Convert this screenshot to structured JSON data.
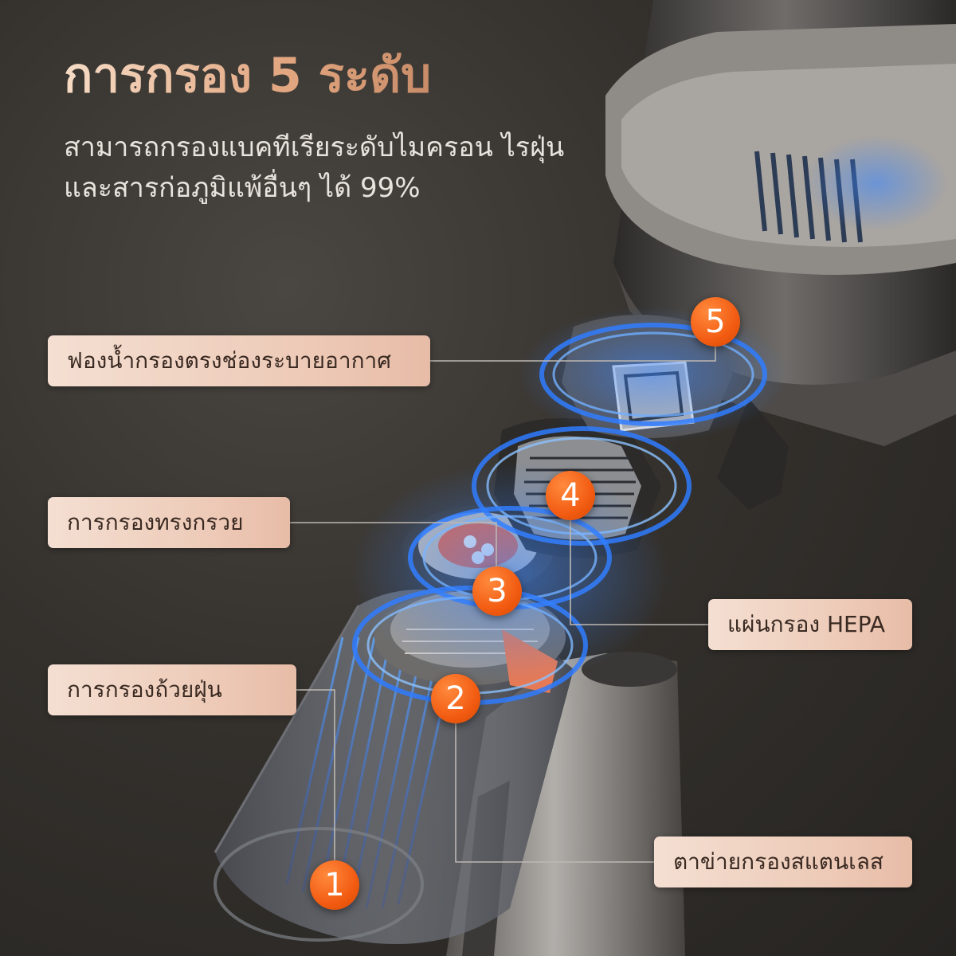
{
  "title": "การกรอง 5 ระดับ",
  "subtitle": {
    "line1": "สามารถกรองแบคทีเรียระดับไมครอน ไรฝุ่น",
    "line2": "และสารก่อภูมิแพ้อื่นๆ ได้ 99%"
  },
  "labels": {
    "foam": "ฟองน้ำกรองตรงช่องระบายอากาศ",
    "cone": "การกรองทรงกรวย",
    "hepa": "แผ่นกรอง HEPA",
    "cup": "การกรองถ้วยฝุ่น",
    "mesh": "ตาข่ายกรองสแตนเลส"
  },
  "badges": [
    "1",
    "2",
    "3",
    "4",
    "5"
  ],
  "colors": {
    "accent": "#f25c12",
    "label_bg": "#efd2c2",
    "swirl": "#2f7bff",
    "title": "#e8b894"
  }
}
